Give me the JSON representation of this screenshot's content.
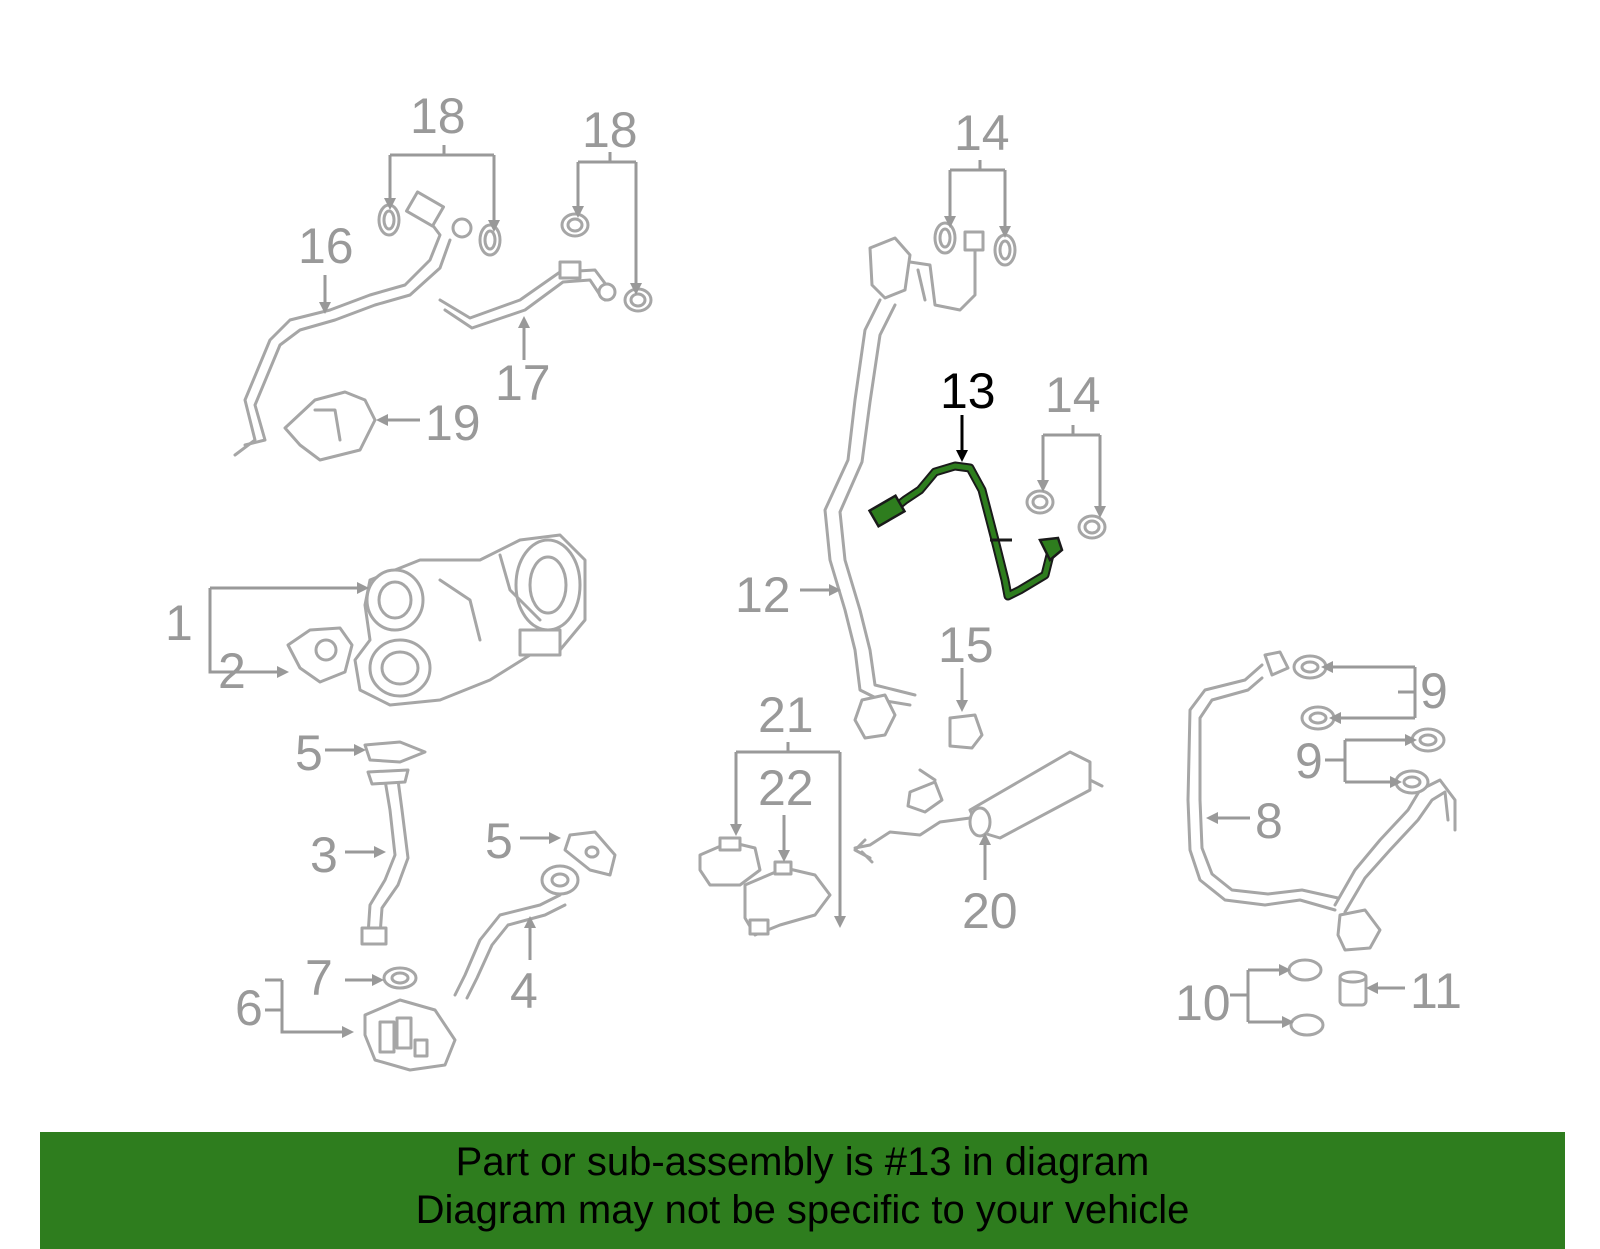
{
  "callouts": {
    "c1": "1",
    "c2": "2",
    "c3": "3",
    "c4": "4",
    "c5a": "5",
    "c5b": "5",
    "c6": "6",
    "c7": "7",
    "c8": "8",
    "c9a": "9",
    "c9b": "9",
    "c10": "10",
    "c11": "11",
    "c12": "12",
    "c13": "13",
    "c14a": "14",
    "c14b": "14",
    "c15": "15",
    "c16": "16",
    "c17": "17",
    "c18a": "18",
    "c18b": "18",
    "c19": "19",
    "c20": "20",
    "c21": "21",
    "c22": "22"
  },
  "highlight": {
    "part_number": "13",
    "color": "#2e7d1e"
  },
  "banner": {
    "line1": "Part or sub-assembly is #13 in diagram",
    "line2": "Diagram may not be specific to your vehicle",
    "background": "#2e7d1e"
  }
}
